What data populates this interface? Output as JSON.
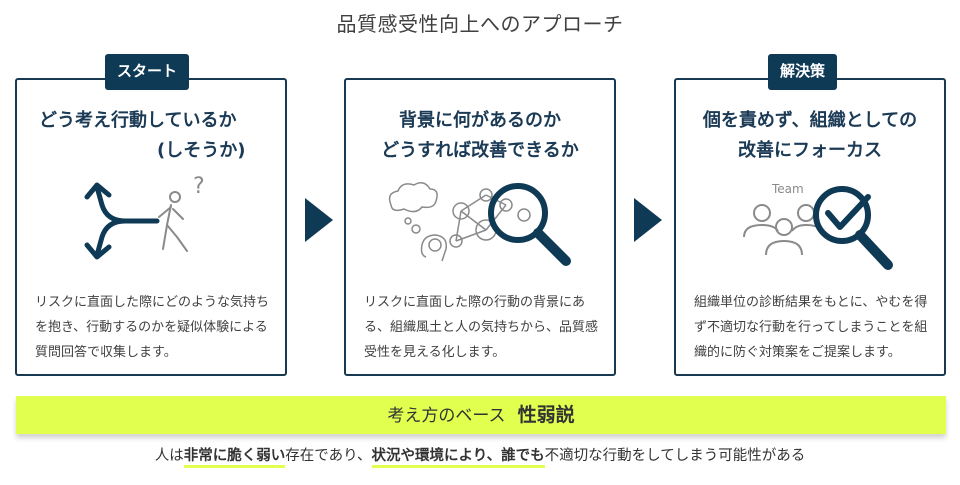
{
  "title": "品質感受性向上へのアプローチ",
  "cards": [
    {
      "tag": "スタート",
      "heading_line1": "どう考え行動しているか",
      "heading_line2": "(しそうか)",
      "icon": "branching-path-walking-person-question-icon",
      "description": "リスクに直面した際にどのような気持ちを抱き、行動するのかを疑似体験による質問回答で収集します。"
    },
    {
      "tag": "",
      "heading_line1": "背景に何があるのか",
      "heading_line2": "どうすれば改善できるか",
      "icon": "thought-network-magnifier-icon",
      "description": "リスクに直面した際の行動の背景にある、組織風土と人の気持ちから、品質感受性を見える化します。"
    },
    {
      "tag": "解決策",
      "heading_line1": "個を責めず、組織としての",
      "heading_line2": "改善にフォーカス",
      "icon": "team-magnifier-check-icon",
      "team_label": "Team",
      "description": "組織単位の診断結果をもとに、やむを得ず不適切な行動を行ってしまうことを組織的に防ぐ対策案をご提案します。"
    }
  ],
  "banner": {
    "label": "考え方のベース",
    "emphasis": "性弱説"
  },
  "statement": {
    "p1": "人は",
    "h1": "非常に脆く弱い",
    "p2": "存在であり、",
    "h2": "状況や環境により、誰でも",
    "p3": "不適切な行動をしてしまう可能性がある"
  },
  "colors": {
    "navy": "#0e3a55",
    "highlight": "#e1ff4f",
    "icon_gray": "#8a8a8a"
  }
}
